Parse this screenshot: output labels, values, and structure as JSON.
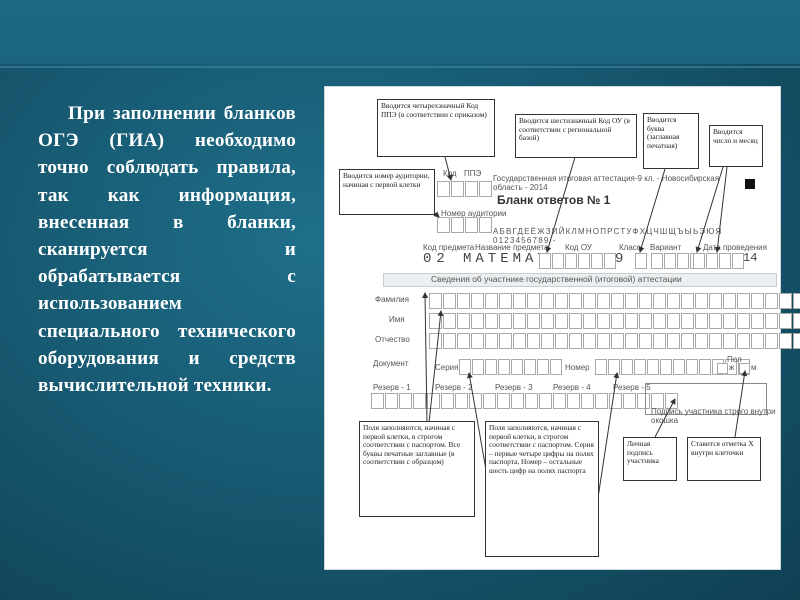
{
  "slide": {
    "paragraph": "При заполнении бланков ОГЭ (ГИА) необходимо точно соблюдать правила, так как информация, внесенная в бланки, сканируется и обрабатывается с использованием специального технического оборудования и средств вычислительной техники."
  },
  "form": {
    "header_small": "Государственная итоговая аттестация-9 кл. - Новосибирская область - 2014",
    "title": "Бланк ответов № 1",
    "kod_label": "Код",
    "ppe_label": "ППЭ",
    "auditory_label": "Номер аудитории",
    "alphabet": "АБВГДЕЁЖЗИЙКЛМНОПРСТУФХЦЧШЩЪЫЬЭЮЯ 0123456789 -",
    "col_labels": [
      "Код предмета",
      "Название предмета",
      "Код ОУ",
      "Класс",
      "Вариант",
      "Дата проведения"
    ],
    "filled_code": "02",
    "filled_subject": "МАТЕМАТ",
    "filled_class": "9",
    "filled_year": "14",
    "section_title": "Сведения об участнике государственной (итоговой) аттестации",
    "field_surname": "Фамилия",
    "field_name": "Имя",
    "field_patronymic": "Отчество",
    "field_doc": "Документ",
    "series_label": "Серия",
    "number_label": "Номер",
    "gender_label": "Пол",
    "gender_m": "ж",
    "gender_f": "м",
    "reserve_labels": [
      "Резерв - 1",
      "Резерв - 2",
      "Резерв - 3",
      "Резерв - 4",
      "Резерв - 5"
    ],
    "signature_caption": "Подпись участника строго внутри окошка"
  },
  "callouts": {
    "c1": "Вводится четырехзначный Код ППЭ (в соответствии с приказом)",
    "c2": "Вводится шестизначный Код ОУ (в соответствии с региональной базой)",
    "c3": "Вводится буква (заглавная печатная)",
    "c4": "Вводится число и месяц",
    "c5": "Вводится номер аудитории, начиная с первой клетки",
    "c6": "Поля заполняются, начиная с первой клетки, в строгом соответствии с паспортом. Все буквы печатные заглавные (в соответствии с образцом)",
    "c7": "Поля заполняются, начиная с первой клетки, в строгом соответствии с паспортом. Серия – первые четыре цифры на полях паспорта, Номер – остальные шесть цифр на полях паспорта",
    "c8": "Личная подпись участника",
    "c9": "Ставится отметка Х внутри клеточки"
  }
}
